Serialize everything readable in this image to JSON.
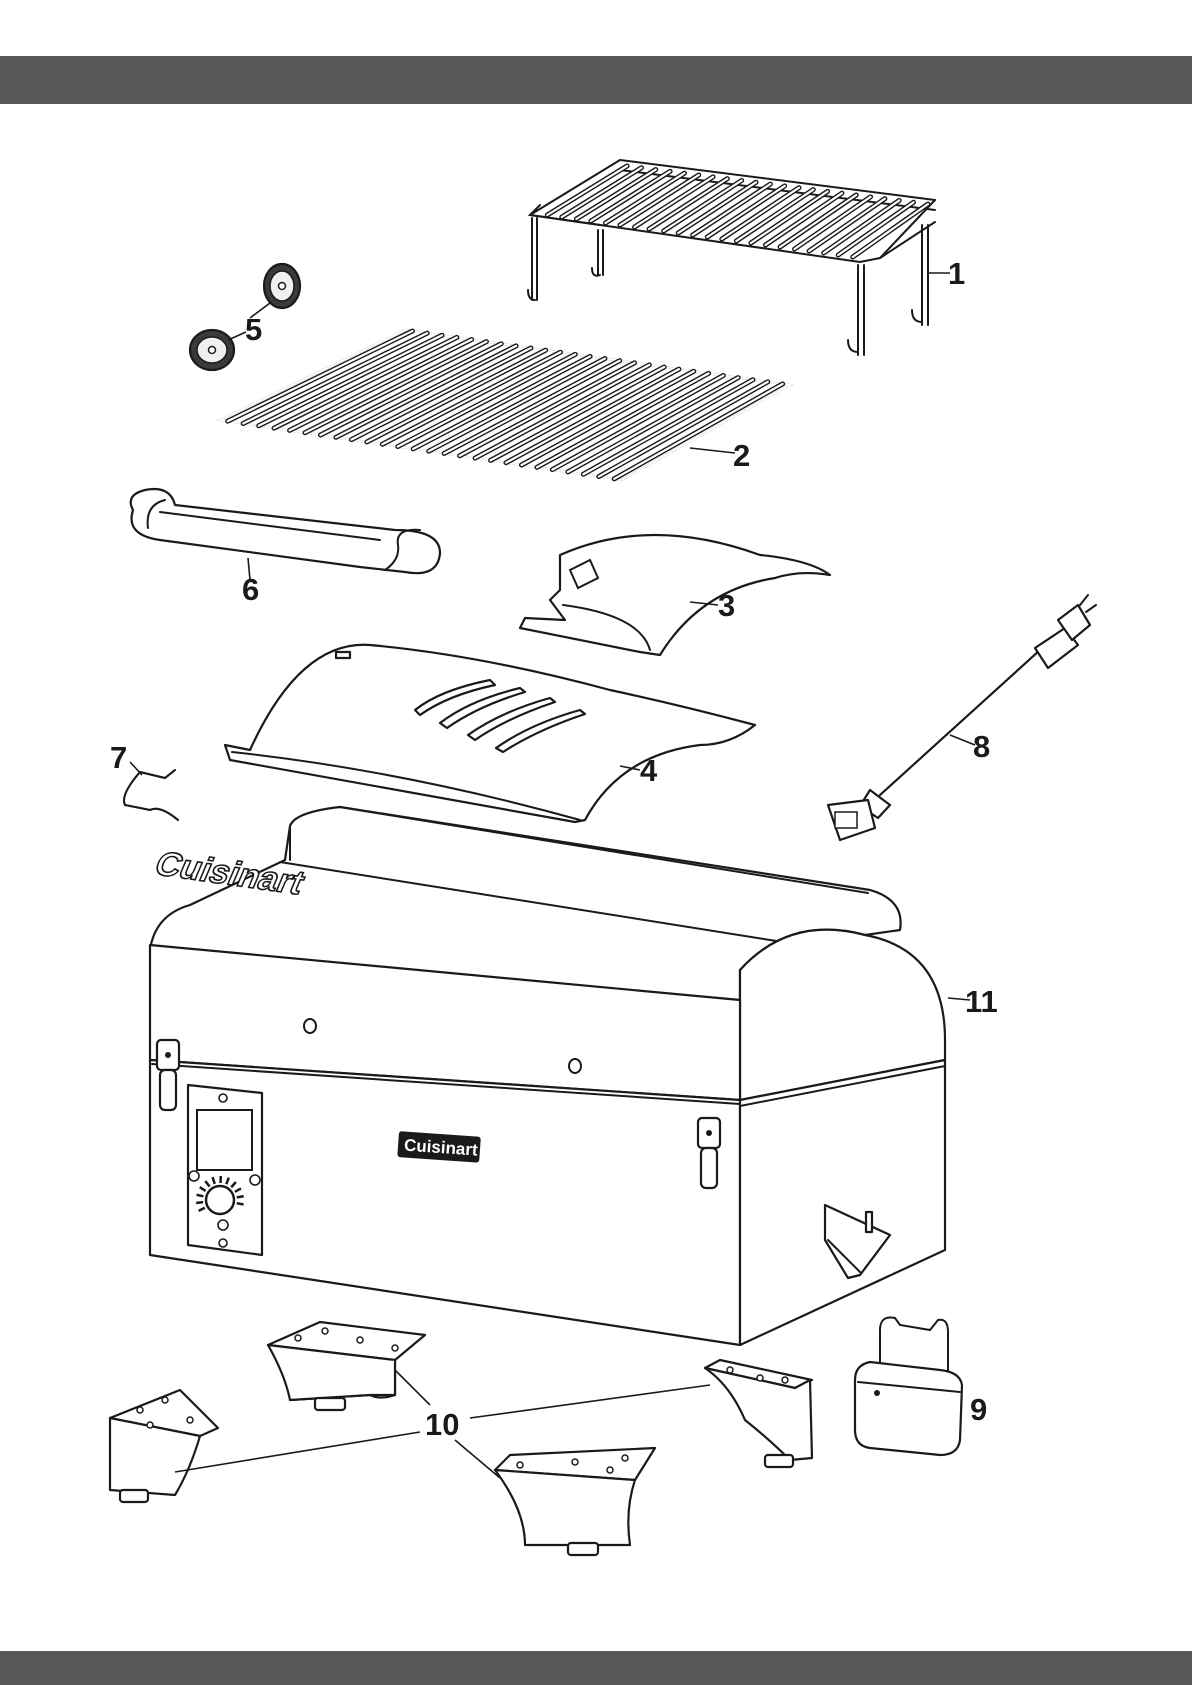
{
  "colors": {
    "band": "#575757",
    "line": "#1a1a1a",
    "grey_fill": "#e6e6e6"
  },
  "parts": [
    {
      "id": "warming-rack",
      "callout": "1"
    },
    {
      "id": "cooking-grate",
      "callout": "2"
    },
    {
      "id": "drip-tray",
      "callout": "3"
    },
    {
      "id": "heat-baffle",
      "callout": "4"
    },
    {
      "id": "washers",
      "callout": "5"
    },
    {
      "id": "lid-handle",
      "callout": "6"
    },
    {
      "id": "grease-bucket-hook",
      "callout": "7"
    },
    {
      "id": "power-cord",
      "callout": "8"
    },
    {
      "id": "grease-bucket",
      "callout": "9"
    },
    {
      "id": "legs",
      "callout": "10"
    },
    {
      "id": "grill-body",
      "callout": "11"
    }
  ],
  "branding": {
    "lid_logo": "Cuisinart",
    "body_logo": "Cuisinart"
  }
}
